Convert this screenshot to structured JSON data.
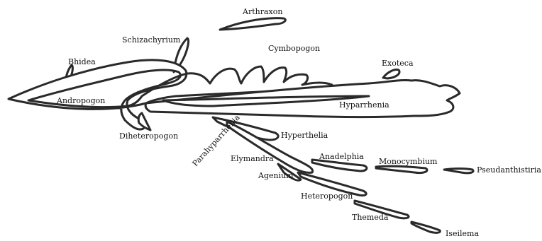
{
  "diagram": {
    "labels": {
      "arthraxon": "Arthraxon",
      "schizachyrium": "Schizachyrium",
      "cymbopogon": "Cymbopogon",
      "bhidea": "Bhidea",
      "exoteca": "Exoteca",
      "andropogon": "Andropogon",
      "hyparrhenia": "Hyparrhenia",
      "diheteropogon": "Diheteropogon",
      "hyperthelia": "Hyperthelia",
      "parahyparrhenia": "Parahyparrhenia",
      "elymandra": "Elymandra",
      "anadelphia": "Anadelphia",
      "monocymbium": "Monocymbium",
      "pseudanthistiria": "Pseudanthistiria",
      "agenium": "Agenium",
      "heteropogon": "Heteropogon",
      "themeda": "Themeda",
      "iseilema": "Iseilema"
    }
  }
}
